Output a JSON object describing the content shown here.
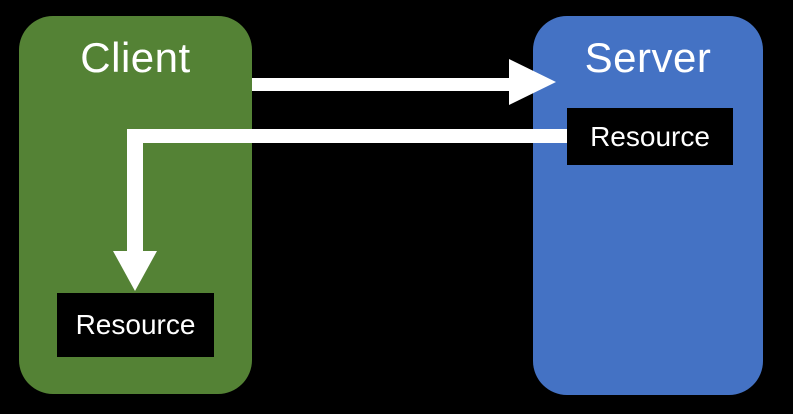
{
  "canvas": {
    "background_color": "#000000",
    "text_color": "#ffffff",
    "arrow_color": "#ffffff"
  },
  "client": {
    "label": "Client",
    "fill": "#548235",
    "resource": {
      "label": "Resource",
      "fill": "#000000",
      "text_color": "#ffffff"
    }
  },
  "server": {
    "label": "Server",
    "fill": "#4472C4",
    "resource": {
      "label": "Resource",
      "fill": "#000000",
      "text_color": "#ffffff"
    }
  },
  "arrows": {
    "client_to_server": {
      "from": "client",
      "to": "server",
      "direction": "right",
      "color": "#ffffff"
    },
    "server_resource_to_client_resource": {
      "from": "server-resource",
      "to": "client-resource",
      "direction": "down",
      "color": "#ffffff"
    }
  }
}
